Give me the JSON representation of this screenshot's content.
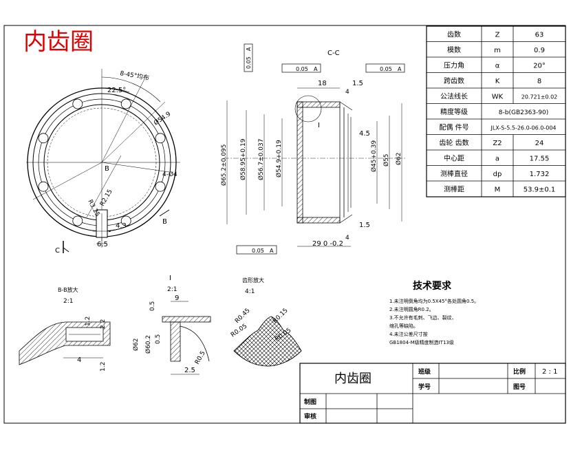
{
  "title_mark": "内齿圈",
  "views": {
    "section_cc": "C-C",
    "section_bb": "B-B放大",
    "detail_i": "I",
    "detail_i_scale": "2:1",
    "tooth_enlarged": "齿形放大",
    "tooth_scale": "4:1",
    "bb_scale": "2:1"
  },
  "params": [
    {
      "name": "齿数",
      "sym": "Z",
      "val": "63"
    },
    {
      "name": "模数",
      "sym": "m",
      "val": "0.9"
    },
    {
      "name": "压力角",
      "sym": "α",
      "val": "20°"
    },
    {
      "name": "跨齿数",
      "sym": "K",
      "val": "8"
    },
    {
      "name": "公法线长",
      "sym": "WK",
      "val": "20.721±0.02"
    },
    {
      "name": "精度等级",
      "sym": "",
      "val": "8-b(GB2363-90)"
    },
    {
      "name": "配偶 件号",
      "sym": "",
      "val": "JLX-S-5.5-26.0-06.0-004"
    },
    {
      "name": "齿轮 齿数",
      "sym": "Z2",
      "val": "24"
    },
    {
      "name": "中心距",
      "sym": "a",
      "val": "17.55"
    },
    {
      "name": "测棒直径",
      "sym": "dp",
      "val": "1.732"
    },
    {
      "name": "测棒距",
      "sym": "M",
      "val": "53.9±0.1"
    }
  ],
  "tech_req": {
    "title": "技术要求",
    "items": [
      "1.未注明倒角均为0.5X45°各处圆角0.5。",
      "2.未注明圆角R0.2。",
      "3.不允许有毛刺、飞边、裂纹、",
      "   缩孔等缺陷。",
      "4.未注公差尺寸按",
      "GB1804-M级精度制造IT13级"
    ]
  },
  "title_block": {
    "part_name": "内齿圈",
    "class_label": "班级",
    "scale_label": "比例",
    "scale_value": "2 : 1",
    "student_label": "学号",
    "drawing_no_label": "图号",
    "drawn_label": "制图",
    "review_label": "审核"
  },
  "dims_left": [
    "8-45°均布",
    "22.5°",
    "Ø54.9",
    "4-Ø4",
    "R3.25",
    "R2.15",
    "4.3",
    "6.5",
    "B",
    "B",
    "C"
  ],
  "dims_section": [
    "Ø65.2±0.095",
    "Ø58.95+0.19",
    "Ø56.7±0.037",
    "Ø54.9+0.19",
    "Ø45+0.39",
    "Ø55",
    "Ø62",
    "18",
    "1.5",
    "4",
    "4.5",
    "1.5",
    "4",
    "29 0 -0.2",
    "0.05",
    "A",
    "0.05",
    "A",
    "0.05",
    "A",
    "0.05",
    "A",
    "I"
  ],
  "dims_bb": [
    "1.2",
    "2.2",
    "1.2",
    "4"
  ],
  "dims_detail": [
    "9",
    "0.5",
    "0.5",
    "Ø62",
    "Ø60.2",
    "R0.5",
    "2.5"
  ],
  "dims_tooth": [
    "R0.45",
    "R0.15",
    "R0.05",
    "R0.05"
  ]
}
